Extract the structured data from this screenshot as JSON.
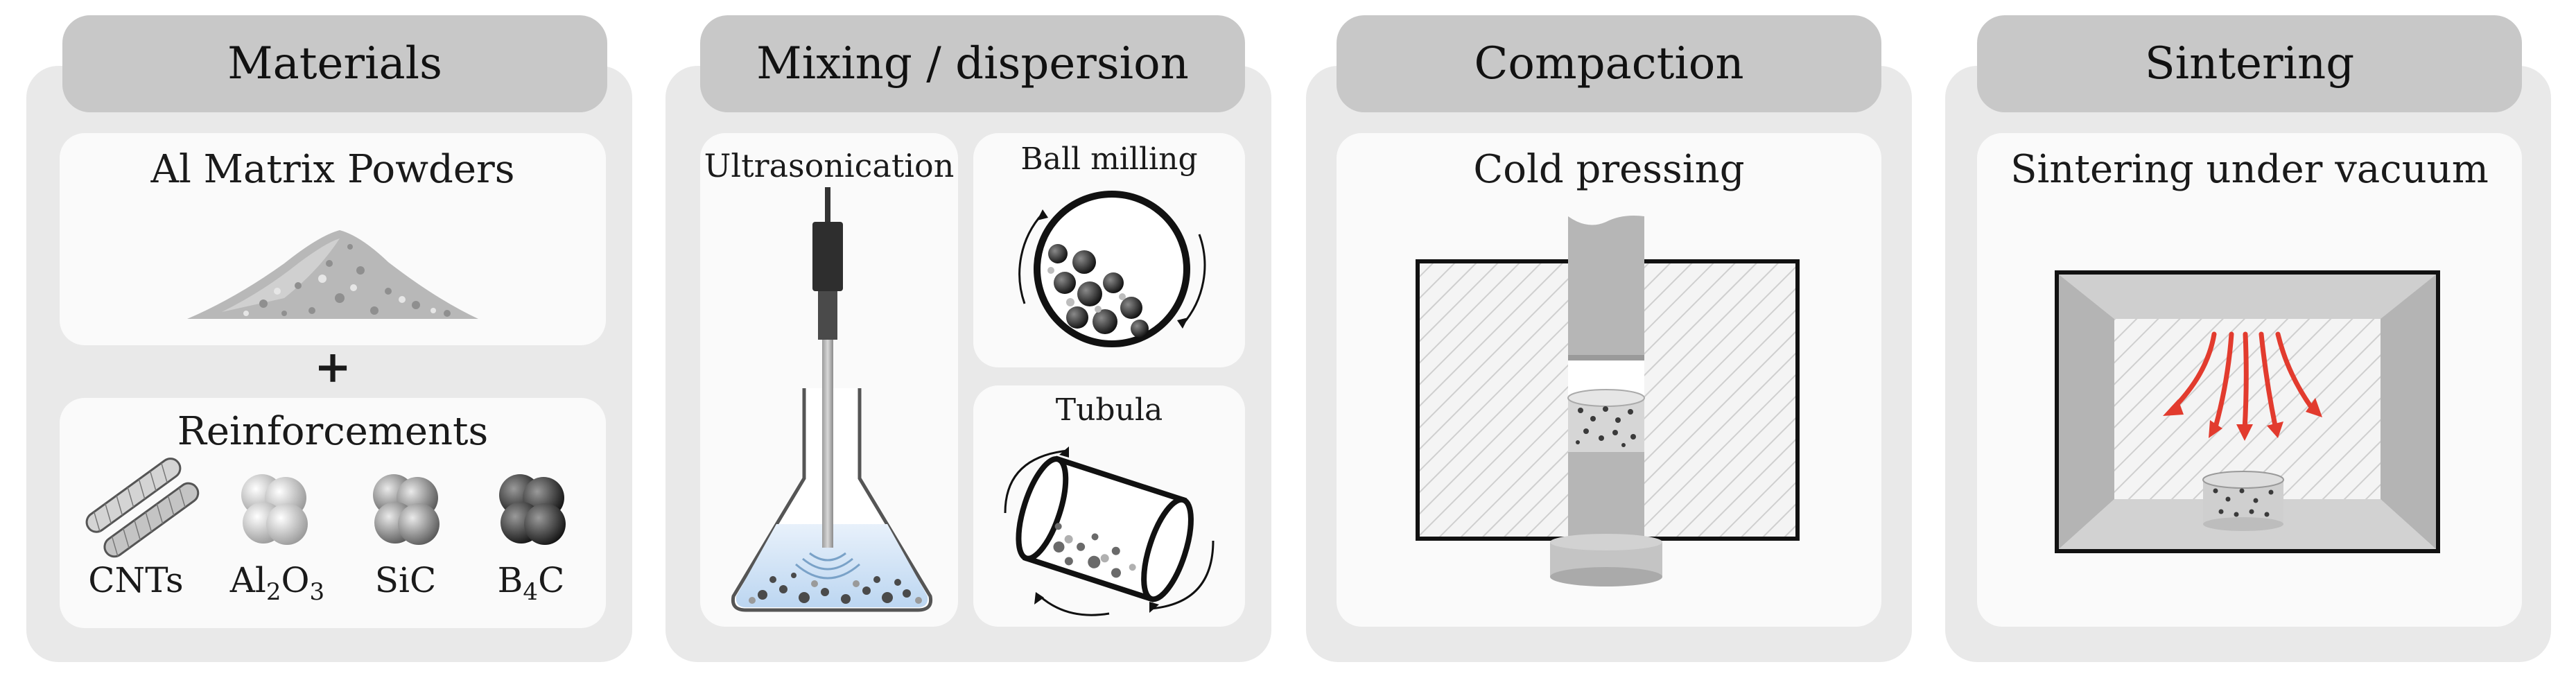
{
  "stages": {
    "materials": {
      "title": "Materials",
      "matrix_label": "Al Matrix Powders",
      "plus": "+",
      "reinforcements_label": "Reinforcements",
      "items": {
        "cnts": "CNTs",
        "al2o3": {
          "a": "Al",
          "s1": "2",
          "b": "O",
          "s2": "3"
        },
        "sic": "SiC",
        "b4c": {
          "a": "B",
          "s1": "4",
          "b": "C"
        }
      }
    },
    "mixing": {
      "title": "Mixing / dispersion",
      "ultrasonication": "Ultrasonication",
      "ball_milling": "Ball milling",
      "tubula": "Tubula"
    },
    "compaction": {
      "title": "Compaction",
      "method": "Cold pressing"
    },
    "sintering": {
      "title": "Sintering",
      "method": "Sintering under vacuum"
    }
  },
  "colors": {
    "panel_bg": "#e9e9e9",
    "tab_bg": "#c8c8c8",
    "card_bg": "#fafafa",
    "heat_arrows": "#e23b2e",
    "liquid": "#cfe3f7"
  }
}
